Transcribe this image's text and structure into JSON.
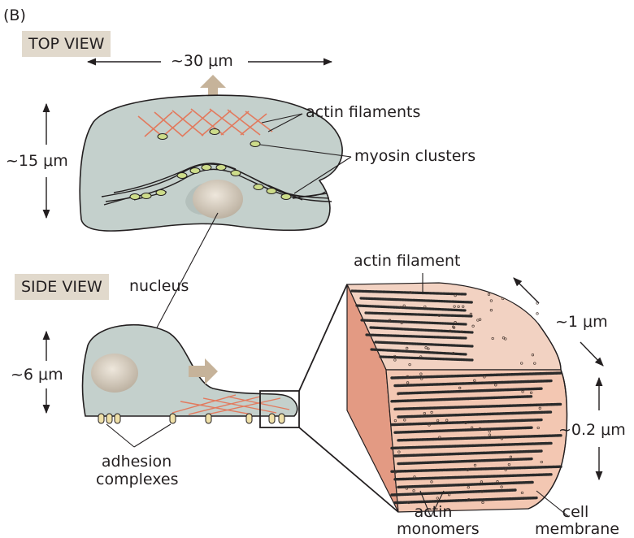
{
  "panel_label": "(B)",
  "top_view": {
    "title": "TOP VIEW",
    "width_label": "~30 μm",
    "height_label": "~15 μm",
    "labels": {
      "actin_filaments": "actin filaments",
      "myosin_clusters": "myosin clusters"
    }
  },
  "side_view": {
    "title": "SIDE VIEW",
    "nucleus": "nucleus",
    "height_label": "~6 μm",
    "adhesion": [
      "adhesion",
      "complexes"
    ]
  },
  "detail": {
    "actin_filament": "actin filament",
    "depth_label": "~1 μm",
    "thickness_label": "~0.2 μm",
    "actin_monomers": [
      "actin",
      "monomers"
    ],
    "cell_membrane": [
      "cell",
      "membrane"
    ]
  },
  "colors": {
    "cell_fill": "#c4d0cc",
    "nucleus": "#d6cdc0",
    "movement_arrow": "#c6b39a",
    "actin": "#e27a5e",
    "myosin": "#cddc8a",
    "block_front": "#f3c7b2",
    "block_side": "#e39a83",
    "block_top": "#f2d2c2",
    "adhesion": "#efe0a8",
    "tag_bg": "#e1d9cc"
  }
}
